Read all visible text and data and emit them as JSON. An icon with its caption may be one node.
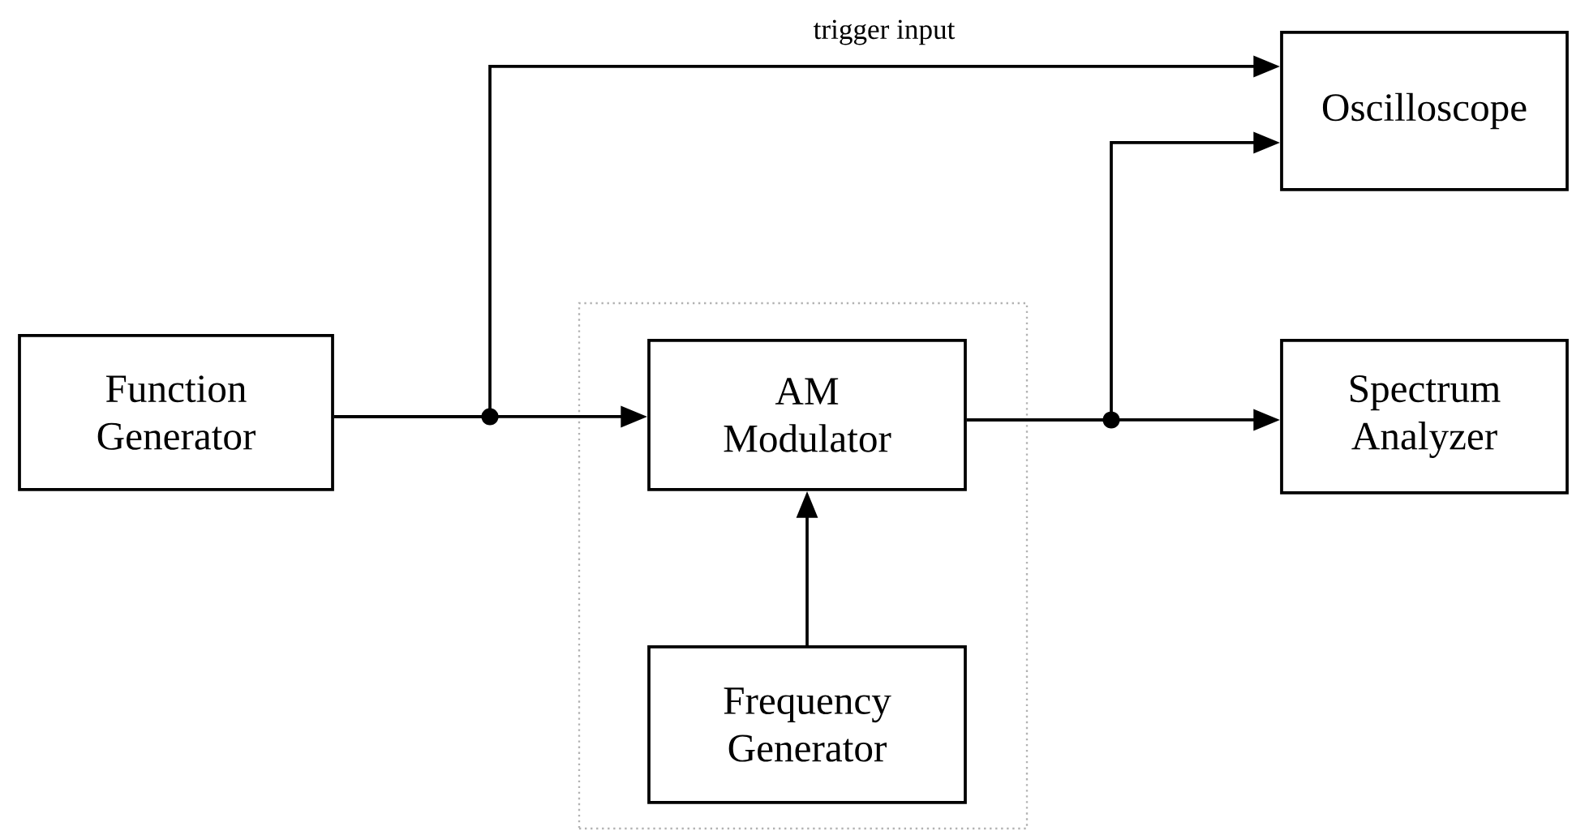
{
  "diagram": {
    "nodes": [
      {
        "text": [
          "Function Generator"
        ]
      },
      {
        "text": [],
        "shape": "box"
      },
      {
        "text": [
          "AM Modulator"
        ],
        "in": 1
      },
      {
        "text": [
          "Frequency Generator"
        ],
        "in": 1
      },
      {
        "text": [
          "Oscilloscope"
        ]
      },
      {
        "text": [
          "Spectrum Analyzer"
        ]
      }
    ],
    "edges": [
      {
        "from": 0,
        "to": 2,
        "arrow": "to"
      },
      {
        "from": 0,
        "to": 4,
        "arrow": "to",
        "label": "trigger input"
      },
      {
        "from": 3,
        "to": 2,
        "arrow": "to"
      },
      {
        "from": 2,
        "to": 5,
        "arrow": "to"
      },
      {
        "from": 2,
        "to": 4,
        "arrow": "to"
      }
    ]
  }
}
